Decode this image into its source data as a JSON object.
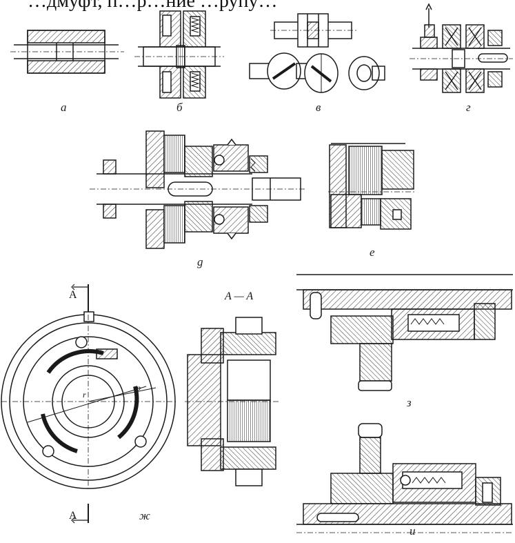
{
  "header_text": "…дмуфт, п…р…ние …рупу…",
  "labels": {
    "a": "а",
    "b": "б",
    "v": "в",
    "g": "г",
    "d": "g",
    "e": "е",
    "zh": "ж",
    "z": "з",
    "i": "и",
    "section_a_top": "A",
    "section_a_bottom": "A",
    "section_title": "A — A",
    "dim_r": "r",
    "dim_p": "p"
  },
  "colors": {
    "line": "#1a1a1a",
    "hatch": "#333333",
    "bg": "#ffffff"
  }
}
